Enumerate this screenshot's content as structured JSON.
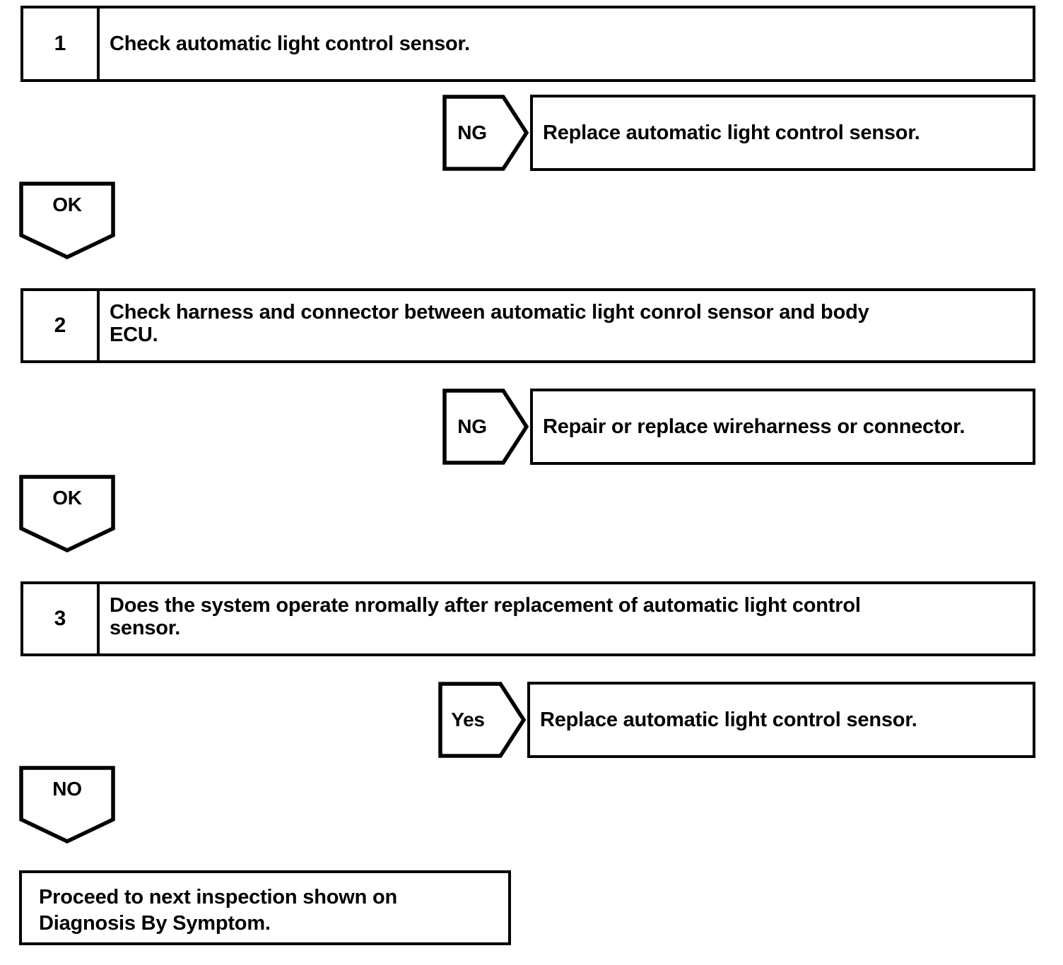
{
  "document": {
    "type": "diagnostic-flowchart",
    "line_color": "#000000",
    "background_color": "#ffffff",
    "text_color": "#000000"
  },
  "steps": [
    {
      "number": "1",
      "text": "Check automatic light control sensor."
    },
    {
      "number": "2",
      "line1": "Check harness and connector between automatic light conrol sensor and body",
      "line2": "ECU."
    },
    {
      "number": "3",
      "line1": "Does the system operate nromally after replacement of automatic light control",
      "line2": "sensor."
    }
  ],
  "branches": [
    {
      "label": "NG",
      "direction": "right",
      "result": "Replace automatic light control sensor."
    },
    {
      "label": "OK",
      "direction": "down"
    },
    {
      "label": "NG",
      "direction": "right",
      "result": "Repair or replace wireharness or connector."
    },
    {
      "label": "OK",
      "direction": "down"
    },
    {
      "label": "Yes",
      "direction": "right",
      "result": "Replace automatic light control sensor."
    },
    {
      "label": "NO",
      "direction": "down"
    }
  ],
  "final": {
    "line1": "Proceed to next inspection shown on",
    "line2": "Diagnosis By Symptom."
  }
}
